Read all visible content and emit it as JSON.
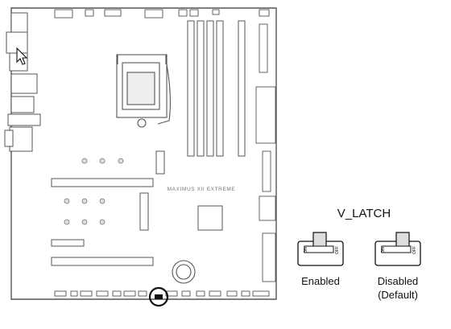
{
  "board": {
    "model_text": "MAXIMUS XII EXTREME"
  },
  "jumper_legend": {
    "title": "V_LATCH",
    "switch_on_label": "ON",
    "switch_off_label": "OFF",
    "positions": [
      {
        "label": "Enabled"
      },
      {
        "label": "Disabled",
        "note": "(Default)"
      }
    ]
  },
  "icons": {
    "pointer": "cursor-arrow-icon",
    "highlight": "highlight-circle"
  },
  "colors": {
    "line": "#555555",
    "ink": "#111111",
    "fill_gray": "#cccccc",
    "board_bg": "#ffffff"
  }
}
